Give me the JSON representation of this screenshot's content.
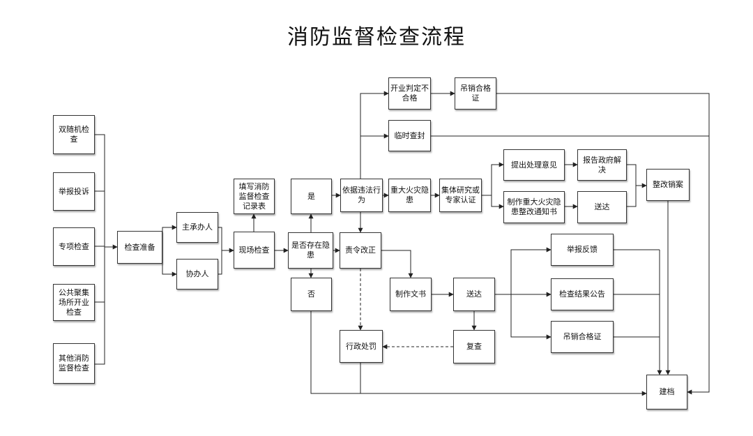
{
  "title": "消防监督检查流程",
  "nodes": {
    "n1": "双随机检查",
    "n2": "举报投诉",
    "n3": "专项检查",
    "n4": "公共聚集场所开业检查",
    "n5": "其他消防监督检查",
    "prep": "检查准备",
    "main": "主承办人",
    "assist": "协办人",
    "site": "现场检查",
    "record": "填写消防监督检查记录表",
    "hazard": "是否存在隐患",
    "yes": "是",
    "no": "否",
    "basis": "依据违法行为",
    "open_fail": "开业判定不合格",
    "revoke1": "吊销合格证",
    "seal": "临时查封",
    "major": "重大火灾隐患",
    "collective": "集体研究或专家认证",
    "opinion": "提出处理意见",
    "report_gov": "报告政府解决",
    "make_notice": "制作重大火灾隐患整改通知书",
    "deliver1": "送达",
    "rectify_sale": "整改销案",
    "order": "责令改正",
    "make_doc": "制作文书",
    "deliver2": "送达",
    "feedback": "举报反馈",
    "announce": "检查结果公告",
    "revoke2": "吊销合格证",
    "recheck": "复查",
    "penalty": "行政处罚",
    "archive": "建档"
  }
}
